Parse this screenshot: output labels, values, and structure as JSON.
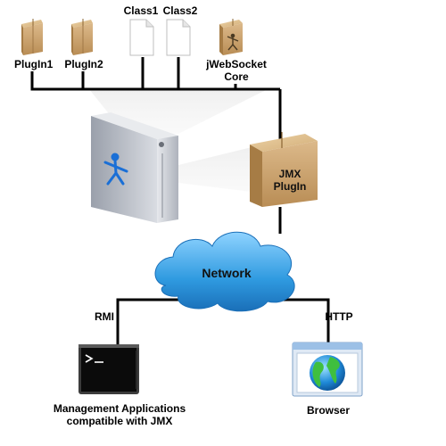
{
  "top": {
    "plugin1": "PlugIn1",
    "plugin2": "PlugIn2",
    "class1": "Class1",
    "class2": "Class2",
    "core": "jWebSocket\nCore"
  },
  "server": {
    "jmx_plugin": "JMX\nPlugIn"
  },
  "network": {
    "label": "Network"
  },
  "links": {
    "rmi": "RMI",
    "http": "HTTP"
  },
  "clients": {
    "management": "Management Applications\ncompatible with JMX",
    "browser": "Browser"
  },
  "colors": {
    "box": "#c9a16b",
    "cloud": "#2f9ae0",
    "server": "#b9bdc6",
    "logo": "#1a6fd6",
    "line": "#000000"
  }
}
